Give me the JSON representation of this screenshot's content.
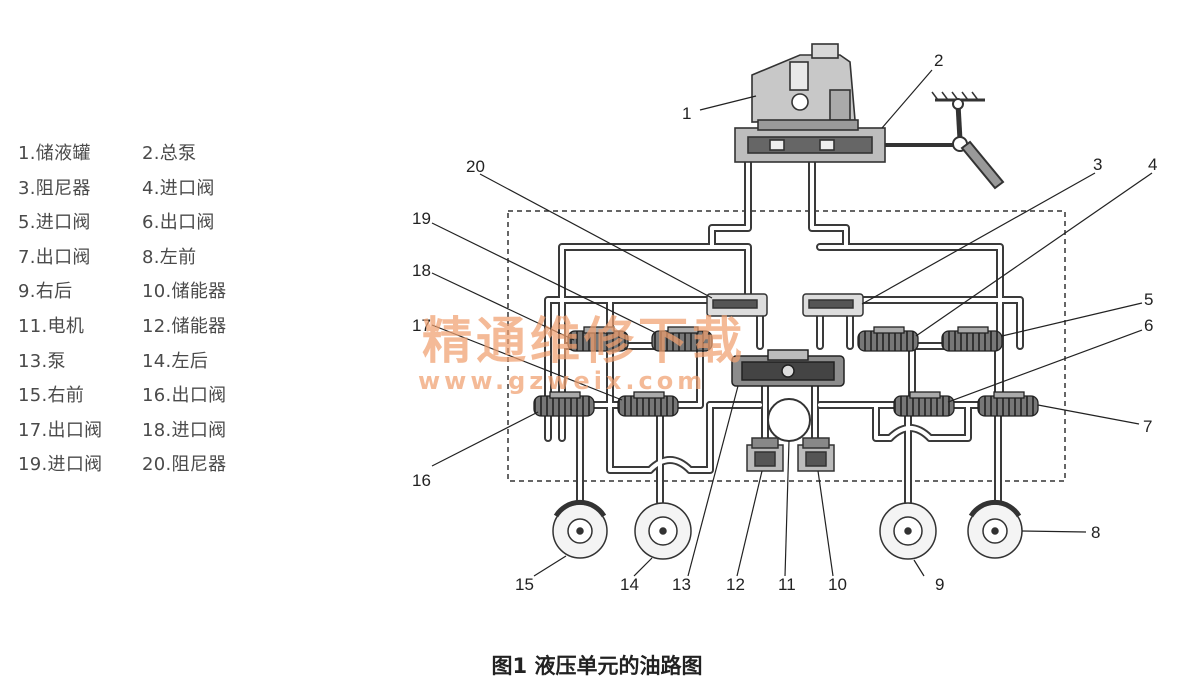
{
  "legend": [
    "1.储液罐",
    "2.总泵",
    "3.阻尼器",
    "4.进口阀",
    "5.进口阀",
    "6.出口阀",
    "7.出口阀",
    "8.左前",
    "9.右后",
    "10.储能器",
    "11.电机",
    "12.储能器",
    "13.泵",
    "14.左后",
    "15.右前",
    "16.出口阀",
    "17.出口阀",
    "18.进口阀",
    "19.进口阀",
    "20.阻尼器"
  ],
  "callouts": [
    "1",
    "2",
    "3",
    "4",
    "5",
    "6",
    "7",
    "8",
    "9",
    "10",
    "11",
    "12",
    "13",
    "14",
    "15",
    "16",
    "17",
    "18",
    "19",
    "20"
  ],
  "watermark": {
    "title": "精通维修下载",
    "url": "www.gzweix.com"
  },
  "caption": "图1  液压单元的油路图"
}
